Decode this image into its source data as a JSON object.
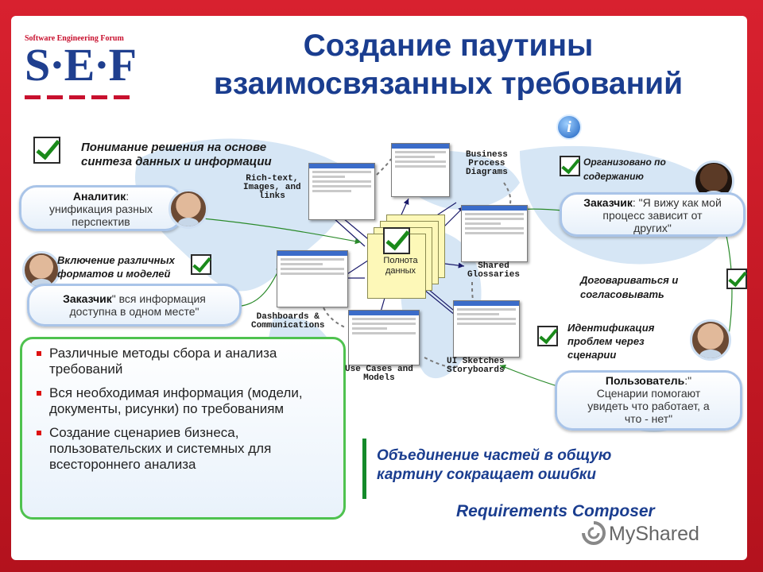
{
  "logo": {
    "org": "Software Engineering Forum",
    "mark": "S·E·F"
  },
  "title": {
    "line1": "Создание паутины",
    "line2": "взаимосвязанных требований"
  },
  "left": {
    "understanding": {
      "line1": "Понимание решения на основе",
      "line2": "синтеза данных и информации"
    },
    "analyst": {
      "role": "Аналитик",
      "text_line1": "унификация разных",
      "text_line2": "перспектив"
    },
    "formats": {
      "line1": "Включение различных",
      "line2": "форматов и моделей"
    },
    "customer": {
      "role": "Заказчик",
      "text_line1": "\" вся информация",
      "text_line2": "доступна в одном месте\""
    }
  },
  "bullets": [
    "Различные методы сбора и анализа требований",
    "Вся необходимая информация (модели, документы, рисунки) по требованиям",
    "Создание сценариев бизнеса, пользовательских и системных для всестороннего анализа"
  ],
  "diagram": {
    "rich_text": [
      "Rich-text,",
      "Images, and",
      "links"
    ],
    "business_process": [
      "Business",
      "Process",
      "Diagrams"
    ],
    "shared_glossaries": [
      "Shared",
      "Glossaries"
    ],
    "dashboards": [
      "Dashboards &",
      "Communications"
    ],
    "use_cases": [
      "Use Cases and",
      "Models"
    ],
    "ui_sketches": [
      "UI Sketches",
      "Storyboards"
    ],
    "completeness": [
      "Полнота",
      "данных"
    ]
  },
  "right": {
    "organized": {
      "line1": "Организовано по",
      "line2": "содержанию"
    },
    "customer": {
      "role": "Заказчик",
      "text_line1": ": \"Я вижу как мой",
      "text_line2": "процесс зависит от",
      "text_line3": "других\""
    },
    "agree": {
      "line1": "Договариваться и",
      "line2": "согласовывать"
    },
    "identify": {
      "line1": "Идентификация",
      "line2": "проблем через",
      "line3": "сценарии"
    },
    "user": {
      "role": "Пользователь",
      "role_suffix": ":\"",
      "text_line1": "Сценарии помогают",
      "text_line2": "увидеть что работает, а",
      "text_line3": "что - нет\""
    }
  },
  "summary": {
    "line1": "Объединение частей в общую",
    "line2": "картину сокращает ошибки"
  },
  "product": "Requirements Composer",
  "watermark": "MyShared",
  "colors": {
    "frame_red": "#c8102e",
    "title_blue": "#1a3d8f",
    "box_green": "#4fc24f",
    "pill_border": "#a9c4e8"
  }
}
